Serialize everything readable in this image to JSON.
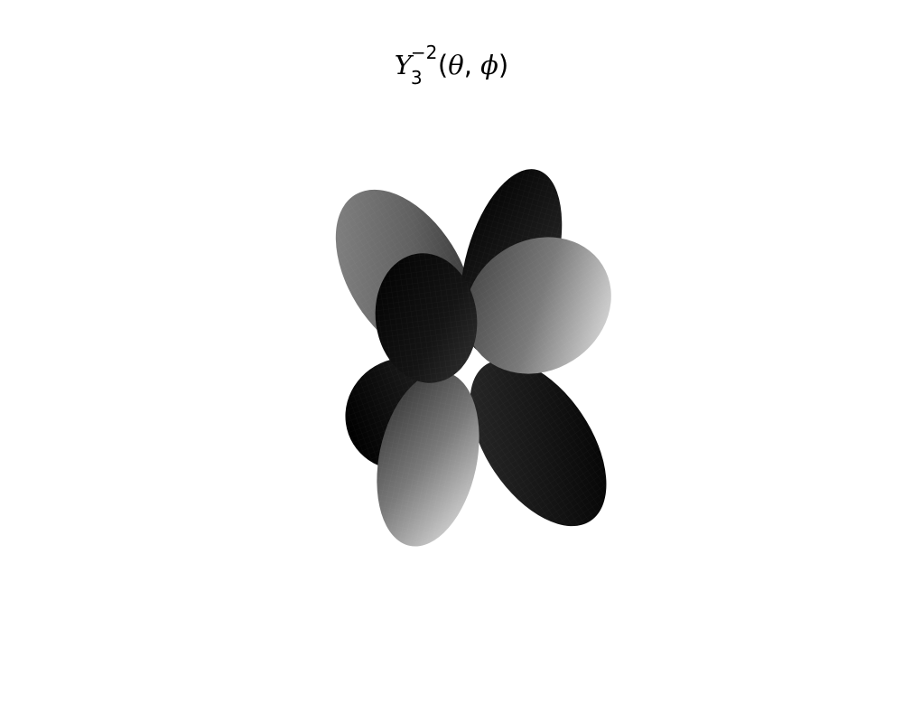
{
  "title": {
    "symbol": "Y",
    "subscript": "3",
    "superscript": "−2",
    "args_open": "(",
    "theta": "θ",
    "comma": ", ",
    "phi": "ϕ",
    "args_close": ")"
  },
  "surface": {
    "shading": "grayscale",
    "colors": {
      "dark": "#000000",
      "mid": "#5a5a5a",
      "light": "#e8e8e8",
      "background": "#ffffff"
    }
  }
}
